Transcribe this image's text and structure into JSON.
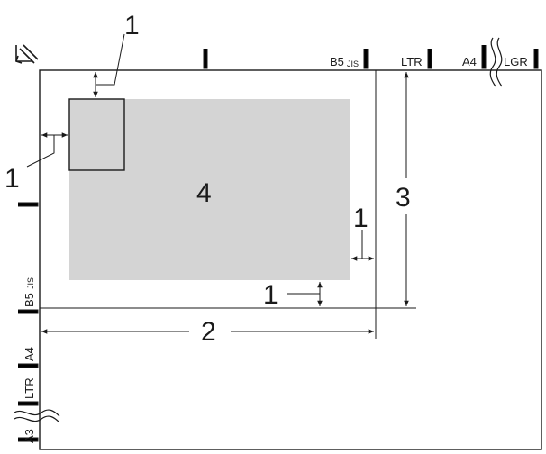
{
  "callouts": {
    "margin_top": "1",
    "margin_left": "1",
    "margin_right": "1",
    "margin_bottom": "1",
    "width": "2",
    "height": "3",
    "scan_area": "4"
  },
  "size_marks": {
    "top": {
      "b5_main": "B5",
      "b5_sub": "JIS",
      "ltr": "LTR",
      "a4": "A4",
      "lgr": "LGR"
    },
    "left": {
      "b5_main": "B5",
      "b5_sub": "JIS",
      "a4": "A4",
      "ltr": "LTR",
      "a3": "A3"
    }
  },
  "icons": {
    "corner": "document-corner-arrow-icon"
  }
}
